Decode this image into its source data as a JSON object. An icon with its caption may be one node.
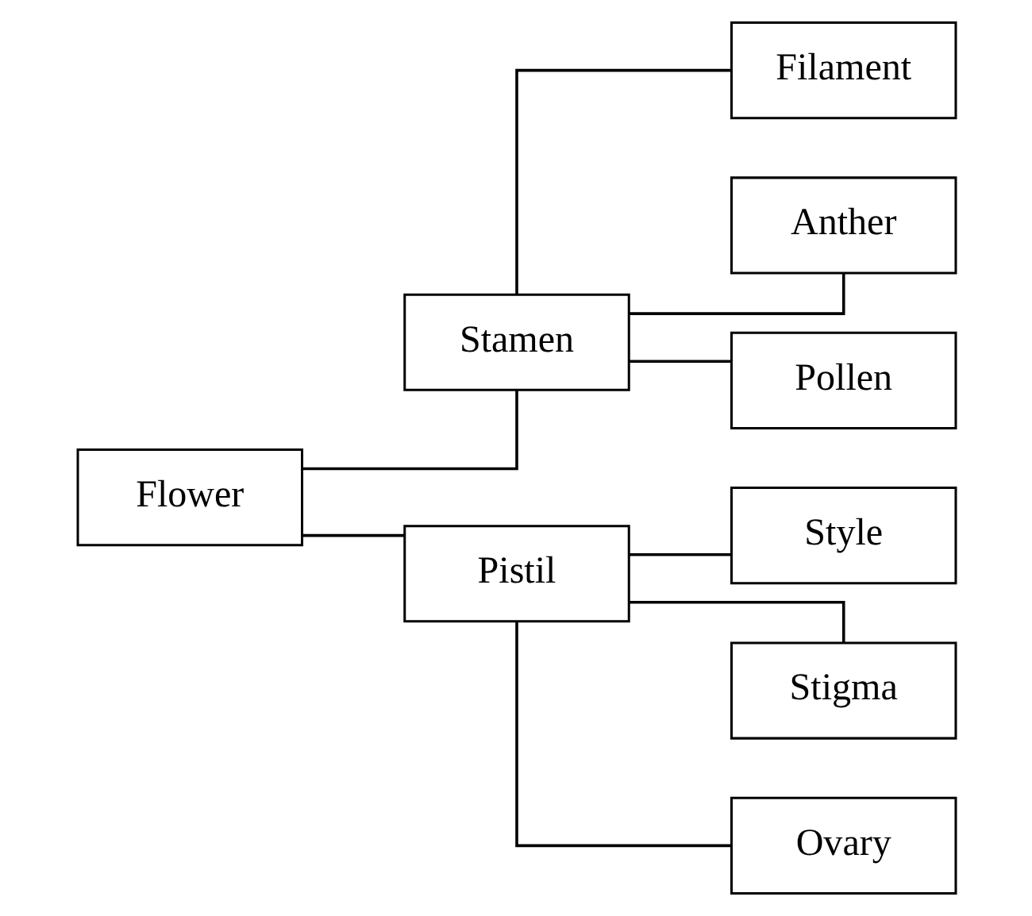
{
  "diagram": {
    "nodes": [
      {
        "text": [
          "Flower"
        ]
      },
      {
        "text": [
          "Stamen"
        ]
      },
      {
        "text": [
          "Filament"
        ]
      },
      {
        "text": [
          "Anther"
        ]
      },
      {
        "text": [
          "Pollen"
        ]
      },
      {
        "text": [
          "Pistil"
        ]
      },
      {
        "text": [
          "Style"
        ]
      },
      {
        "text": [
          "Stigma"
        ]
      },
      {
        "text": [
          "Ovary"
        ]
      }
    ],
    "edges": [
      {
        "from": 0,
        "to": 1,
        "arrow": "none"
      },
      {
        "from": 0,
        "to": 5,
        "arrow": "none"
      },
      {
        "from": 1,
        "to": 2,
        "arrow": "none"
      },
      {
        "from": 1,
        "to": 3,
        "arrow": "none"
      },
      {
        "from": 1,
        "to": 4,
        "arrow": "none"
      },
      {
        "from": 5,
        "to": 6,
        "arrow": "none"
      },
      {
        "from": 5,
        "to": 7,
        "arrow": "none"
      },
      {
        "from": 5,
        "to": 8,
        "arrow": "none"
      }
    ]
  }
}
